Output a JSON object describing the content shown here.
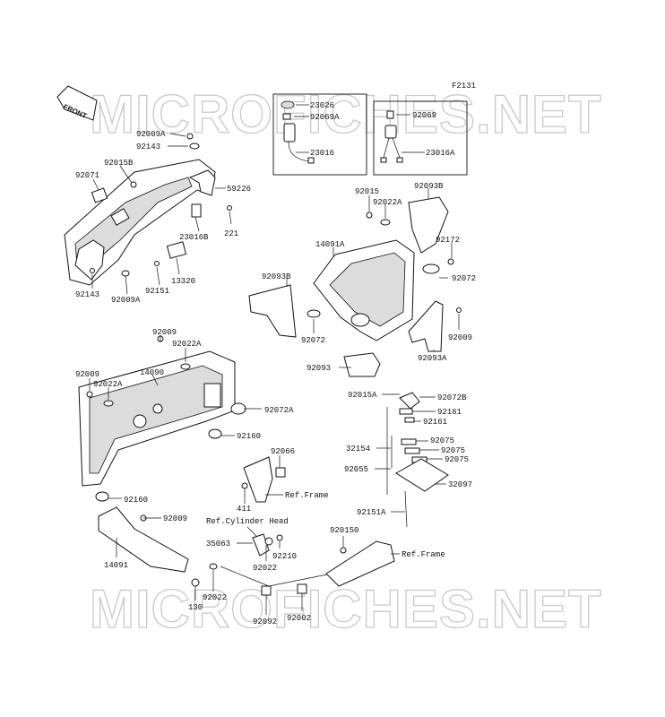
{
  "figure_code": "F2131",
  "front_label": "FRONT",
  "watermark": "MICROFICHES.NET",
  "labels": {
    "l23026": "23026",
    "l92069A": "92069A",
    "l23016": "23016",
    "l92069": "92069",
    "l23016A": "23016A",
    "l92009A_top": "92009A",
    "l92143_top": "92143",
    "l92015B": "92015B",
    "l92071": "92071",
    "l59226": "59226",
    "l23016B": "23016B",
    "l221": "221",
    "l13320": "13320",
    "l92151": "92151",
    "l92143_bot": "92143",
    "l92009A_bot": "92009A",
    "l92015_r": "92015",
    "l92022A_r": "92022A",
    "l92093B": "92093B",
    "l14091A": "14091A",
    "l92172": "92172",
    "l92093B_l": "92093B",
    "l92072_r": "92072",
    "l92072_c": "92072",
    "l92009_r": "92009",
    "l92093": "92093",
    "l92093A": "92093A",
    "l92009_a": "92009",
    "l92022A_a": "92022A",
    "l92009_b": "92009",
    "l14090": "14090",
    "l92022A_b": "92022A",
    "l92072A": "92072A",
    "l92160_a": "92160",
    "l92160_b": "92160",
    "l92066": "92066",
    "l411": "411",
    "l_ref_frame_1": "Ref.Frame",
    "l92009_c": "92009",
    "l_ref_cyl": "Ref.Cylinder Head",
    "l35063": "35063",
    "l92210": "92210",
    "l92022_a": "92022",
    "l14091": "14091",
    "l130": "130",
    "l92022_b": "92022",
    "l92092": "92092",
    "l92002": "92002",
    "l920150": "920150",
    "l_ref_frame_2": "Ref.Frame",
    "l92015A": "92015A",
    "l92072B": "92072B",
    "l92161_a": "92161",
    "l92161_b": "92161",
    "l32154": "32154",
    "l92075_a": "92075",
    "l92075_b": "92075",
    "l92055": "92055",
    "l92075_c": "92075",
    "l32097": "32097",
    "l92151A": "92151A"
  }
}
